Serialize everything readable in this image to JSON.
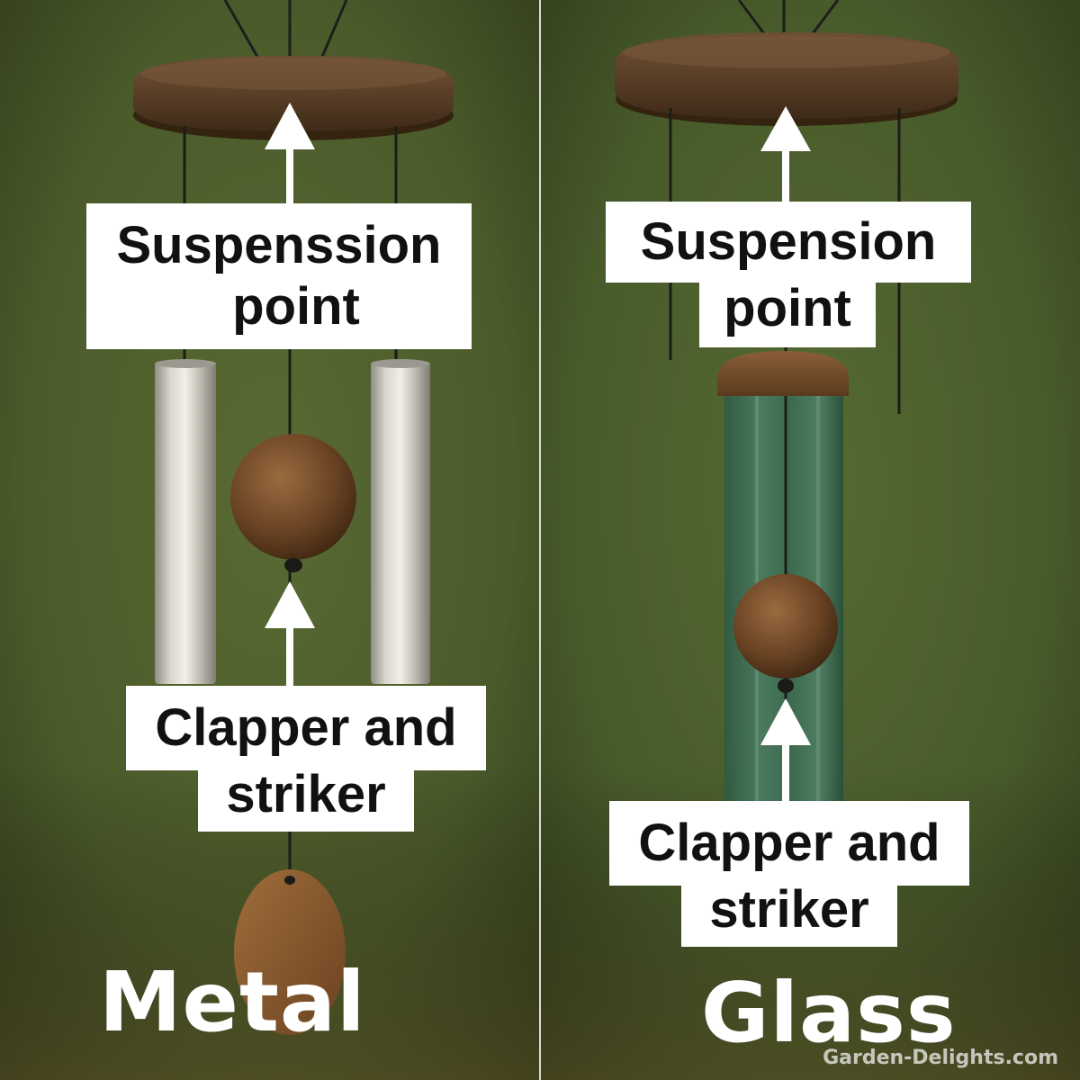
{
  "panels": {
    "left": {
      "caption": "Metal",
      "suspension_label": {
        "line1": "Suspenssion",
        "line2": "point"
      },
      "clapper_label": {
        "line1": "Clapper and",
        "line2": "striker"
      }
    },
    "right": {
      "caption": "Glass",
      "suspension_label": {
        "line1": "Suspension",
        "line2": "point"
      },
      "clapper_label": {
        "line1": "Clapper and",
        "line2": "striker"
      }
    }
  },
  "watermark": "Garden-Delights.com",
  "colors": {
    "background": "#4b5a2c",
    "wood": "#6b4a2c",
    "metal_tube": "#c9c6bc",
    "glass_tube": "#3f6b52",
    "label_bg": "#ffffff",
    "label_text": "#111111",
    "caption_text": "#ffffff"
  }
}
